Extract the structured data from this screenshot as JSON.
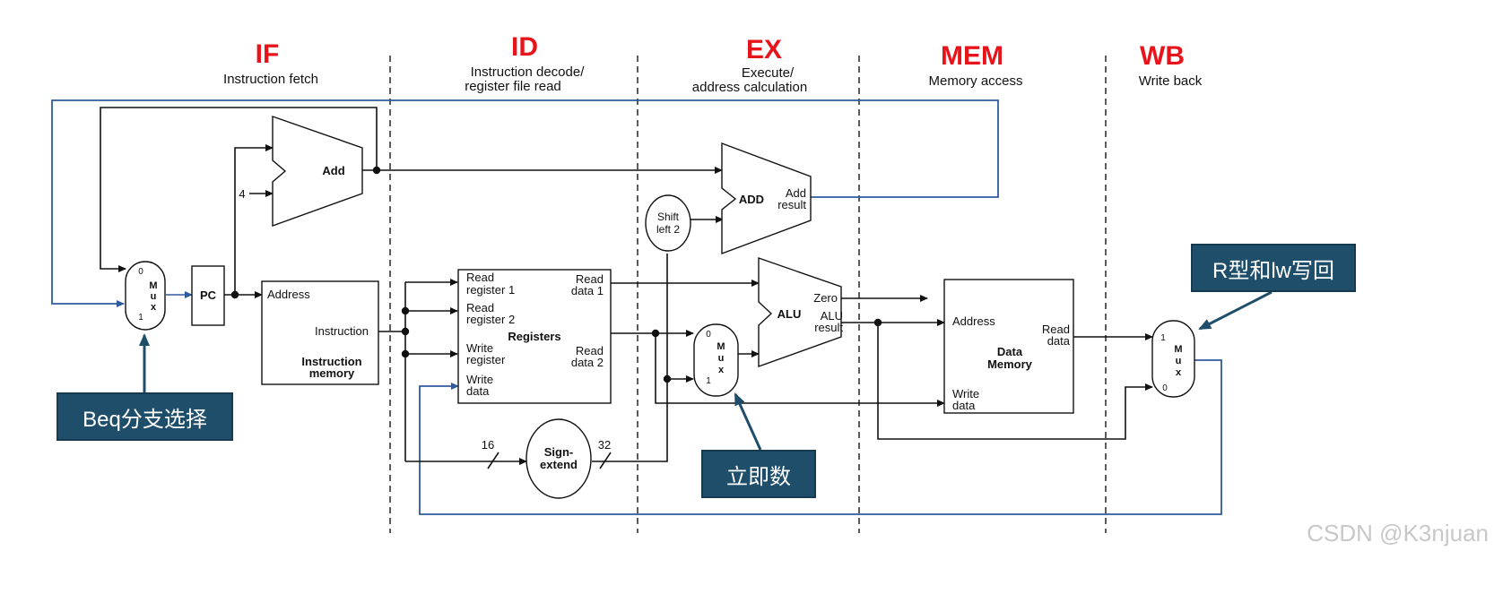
{
  "stages": [
    {
      "title": "IF",
      "sub1": "Instruction fetch",
      "sub2": ""
    },
    {
      "title": "ID",
      "sub1": "Instruction decode/",
      "sub2": "register file read"
    },
    {
      "title": "EX",
      "sub1": "Execute/",
      "sub2": "address calculation"
    },
    {
      "title": "MEM",
      "sub1": "Memory access",
      "sub2": ""
    },
    {
      "title": "WB",
      "sub1": "Write back",
      "sub2": ""
    }
  ],
  "labels": {
    "add": "Add",
    "four": "4",
    "pc": "PC",
    "address": "Address",
    "instruction": "Instruction",
    "imem1": "Instruction",
    "imem2": "memory",
    "read_reg1_a": "Read",
    "read_reg1_b": "register 1",
    "read_reg2_a": "Read",
    "read_reg2_b": "register 2",
    "write_reg_a": "Write",
    "write_reg_b": "register",
    "write_data_a": "Write",
    "write_data_b": "data",
    "registers": "Registers",
    "read_data1_a": "Read",
    "read_data1_b": "data 1",
    "read_data2_a": "Read",
    "read_data2_b": "data 2",
    "sixteen": "16",
    "thirtytwo": "32",
    "sign1": "Sign-",
    "sign2": "extend",
    "shift1": "Shift",
    "shift2": "left 2",
    "add2": "ADD",
    "add_result1": "Add",
    "add_result2": "result",
    "alu": "ALU",
    "zero": "Zero",
    "alu_result1": "ALU",
    "alu_result2": "result",
    "dmem_address": "Address",
    "dmem1": "Data",
    "dmem2": "Memory",
    "read_data_a": "Read",
    "read_data_b": "data",
    "write_data2_a": "Write",
    "write_data2_b": "data",
    "mux": "M u x",
    "zero_in": "0",
    "one_in": "1"
  },
  "callouts": {
    "beq": "Beq分支选择",
    "imm": "立即数",
    "rlw": "R型和lw写回"
  },
  "watermark": "CSDN @K3njuan",
  "colors": {
    "stage_title": "#e8141c",
    "feedback_wire": "#2f5aa0",
    "callout_bg": "#1f4e6b"
  }
}
